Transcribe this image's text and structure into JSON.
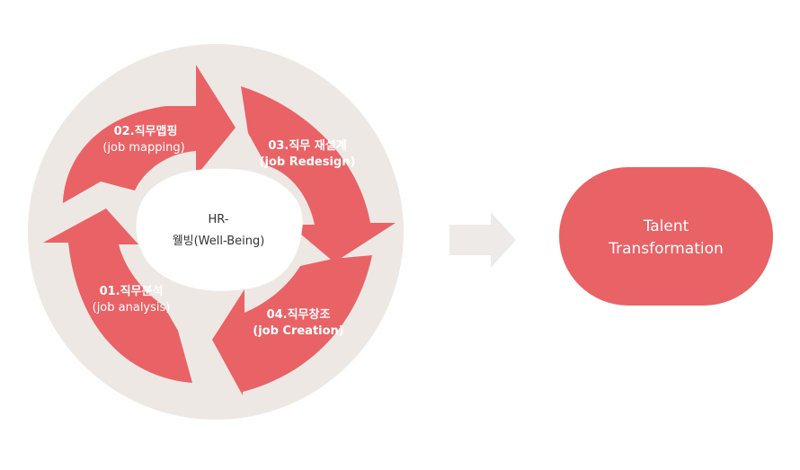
{
  "colors": {
    "arrow": "#E96266",
    "ring": "#EEE8E4",
    "hub": "#FFFFFF",
    "connector": "#EEEAE8",
    "pill": "#E96266",
    "label_text": "#FFFFFF",
    "center_text": "#333333"
  },
  "center": {
    "line1": "HR-",
    "line2": "웰빙(Well-Being)"
  },
  "steps": [
    {
      "title": "02.직무맵핑",
      "subtitle": "(job mapping)"
    },
    {
      "title": "03.직무 재설계",
      "subtitle": "(job Redesign)"
    },
    {
      "title": "04.직무창조",
      "subtitle": "(job Creation)"
    },
    {
      "title": "01.직무분석",
      "subtitle": "(job analysis)"
    }
  ],
  "connector_icon": "right-arrow-icon",
  "outcome": {
    "line1": "Talent",
    "line2": "Transformation"
  }
}
